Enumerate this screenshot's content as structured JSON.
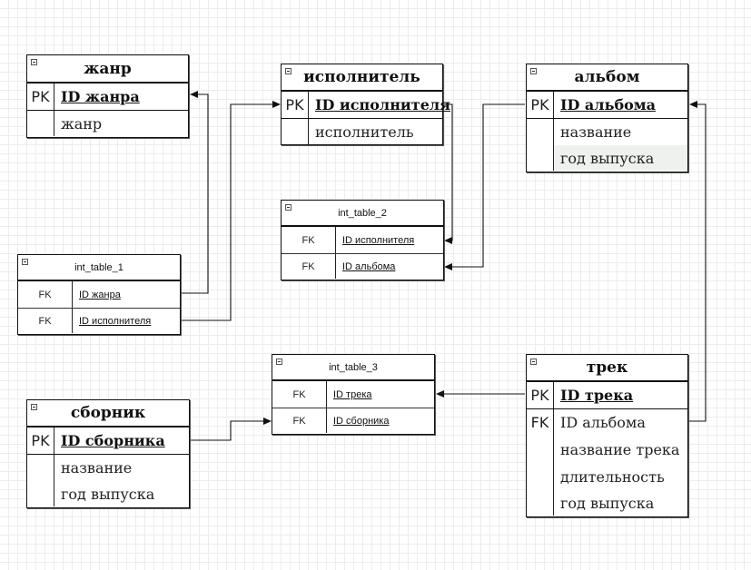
{
  "tables": {
    "zhanr": {
      "title": "жанр",
      "rows": [
        {
          "key": "PK",
          "field": "ID жанра"
        },
        {
          "key": "",
          "field": "жанр"
        }
      ]
    },
    "ispolnitel": {
      "title": "исполнитель",
      "rows": [
        {
          "key": "PK",
          "field": "ID исполнителя"
        },
        {
          "key": "",
          "field": "исполнитель"
        }
      ]
    },
    "albom": {
      "title": "альбом",
      "rows": [
        {
          "key": "PK",
          "field": "ID альбома"
        },
        {
          "key": "",
          "field": "название"
        },
        {
          "key": "",
          "field": "год выпуска"
        }
      ]
    },
    "int_table_2": {
      "title": "int_table_2",
      "rows": [
        {
          "key": "FK",
          "field": "ID исполнителя"
        },
        {
          "key": "FK",
          "field": "ID альбома"
        }
      ]
    },
    "int_table_1": {
      "title": "int_table_1",
      "rows": [
        {
          "key": "FK",
          "field": "ID жанра"
        },
        {
          "key": "FK",
          "field": "ID исполнителя"
        }
      ]
    },
    "int_table_3": {
      "title": "int_table_3",
      "rows": [
        {
          "key": "FK",
          "field": "ID трека"
        },
        {
          "key": "FK",
          "field": "ID сборника"
        }
      ]
    },
    "sbornik": {
      "title": "сборник",
      "rows": [
        {
          "key": "PK",
          "field": "ID сборника"
        },
        {
          "key": "",
          "field": "название"
        },
        {
          "key": "",
          "field": "год выпуска"
        }
      ]
    },
    "trek": {
      "title": "трек",
      "rows": [
        {
          "key": "PK",
          "field": "ID трека"
        },
        {
          "key": "FK",
          "field": "ID альбома"
        },
        {
          "key": "",
          "field": "название трека"
        },
        {
          "key": "",
          "field": "длительность"
        },
        {
          "key": "",
          "field": "год выпуска"
        }
      ]
    }
  }
}
